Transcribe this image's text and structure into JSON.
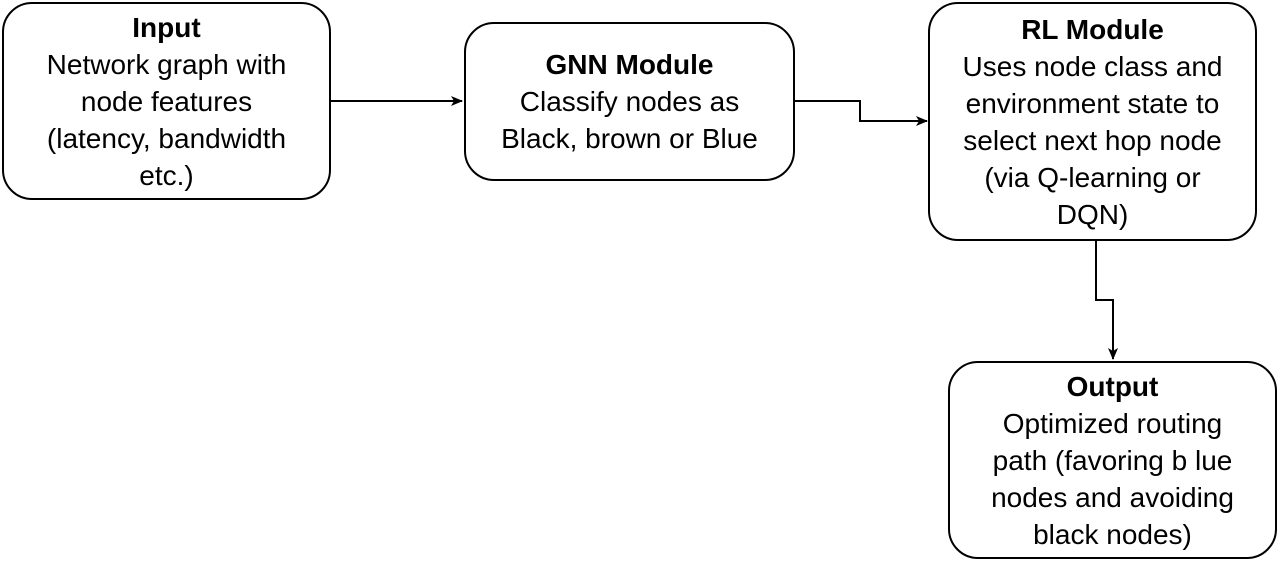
{
  "nodes": {
    "input": {
      "title": "Input",
      "lines": [
        "Network graph with",
        "node features",
        "(latency, bandwidth",
        "etc.)"
      ]
    },
    "gnn": {
      "title": "GNN Module",
      "lines": [
        "Classify nodes as",
        "Black, brown or Blue"
      ]
    },
    "rl": {
      "title": "RL Module",
      "lines": [
        "Uses node class and",
        "environment state to",
        "select next hop node",
        "(via Q-learning or",
        "DQN)"
      ]
    },
    "output": {
      "title": "Output",
      "lines": [
        "Optimized routing",
        "path (favoring b lue",
        "nodes and avoiding",
        "black nodes)"
      ]
    }
  },
  "edges": [
    {
      "from": "input",
      "to": "gnn"
    },
    {
      "from": "gnn",
      "to": "rl"
    },
    {
      "from": "rl",
      "to": "output"
    }
  ],
  "colors": {
    "stroke": "#000000",
    "fill": "#ffffff",
    "text": "#000000"
  }
}
